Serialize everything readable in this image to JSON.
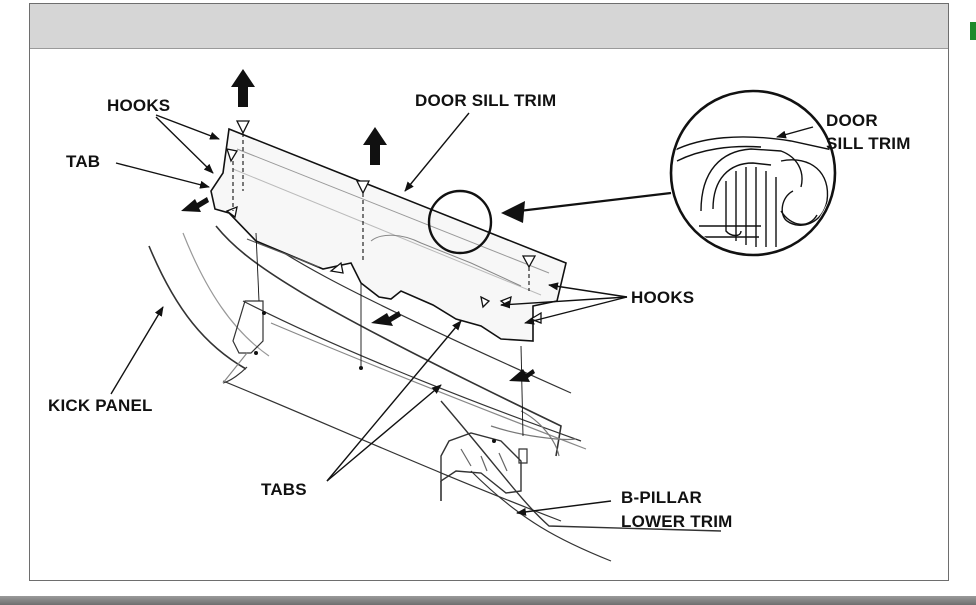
{
  "labels": {
    "hooks_top": "HOOKS",
    "tab": "TAB",
    "door_sill_trim": "DOOR SILL TRIM",
    "door_sill_trim_detail_1": "DOOR",
    "door_sill_trim_detail_2": "SILL TRIM",
    "hooks_right": "HOOKS",
    "kick_panel": "KICK PANEL",
    "tabs": "TABS",
    "b_pillar_1": "B-PILLAR",
    "b_pillar_2": "LOWER TRIM"
  },
  "colors": {
    "header": "#d6d6d6",
    "accent_tab": "#1f8a2c",
    "ink": "#111111"
  }
}
